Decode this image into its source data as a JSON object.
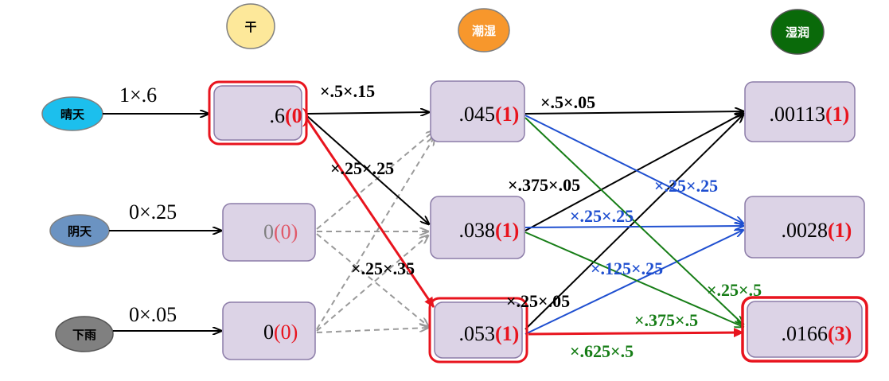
{
  "colors": {
    "box_fill": "#dcd3e6",
    "box_stroke": "#8c7ca8",
    "highlight": "#e8141e",
    "black": "#000000",
    "blue": "#1f4fd0",
    "green": "#167d16",
    "gray": "#9a9a9a",
    "state_dry": "#fde89a",
    "state_damp": "#f7972c",
    "state_soggy": "#0a6a0a",
    "weather_sunny": "#1cbfed",
    "weather_cloudy": "#6b93c2",
    "weather_rain": "#808080"
  },
  "states": [
    {
      "label": "干"
    },
    {
      "label": "潮湿"
    },
    {
      "label": "湿润"
    }
  ],
  "weather": [
    {
      "label": "晴天"
    },
    {
      "label": "阴天"
    },
    {
      "label": "下雨"
    }
  ],
  "init_labels": [
    "1×.6",
    "0×.25",
    "0×.05"
  ],
  "columns": [
    [
      {
        "value": ".6",
        "back": "(0)"
      },
      {
        "value": "0 ",
        "back": "(0)"
      },
      {
        "value": "0 ",
        "back": "(0)"
      }
    ],
    [
      {
        "value": ".045",
        "back": "(1)"
      },
      {
        "value": ".038",
        "back": "(1)"
      },
      {
        "value": ".053",
        "back": "(1)"
      }
    ],
    [
      {
        "value": ".00113",
        "back": "(1)"
      },
      {
        "value": ".0028",
        "back": "(1)"
      },
      {
        "value": ".0166",
        "back": "(3)"
      }
    ]
  ],
  "edge_labels": [
    {
      "text": "×.5×.15",
      "color": "black"
    },
    {
      "text": "×.25×.25",
      "color": "black"
    },
    {
      "text": "×.25×.35",
      "color": "black"
    },
    {
      "text": "×.5×.05",
      "color": "black"
    },
    {
      "text": "×.375×.05",
      "color": "black"
    },
    {
      "text": "×.25×.05",
      "color": "black"
    },
    {
      "text": "×.25×.25",
      "color": "blue"
    },
    {
      "text": "×.25×.25",
      "color": "blue"
    },
    {
      "text": "×.125×.25",
      "color": "blue"
    },
    {
      "text": "×.25×.5",
      "color": "green"
    },
    {
      "text": "×.375×.5",
      "color": "green"
    },
    {
      "text": "×.625×.5",
      "color": "green"
    }
  ]
}
